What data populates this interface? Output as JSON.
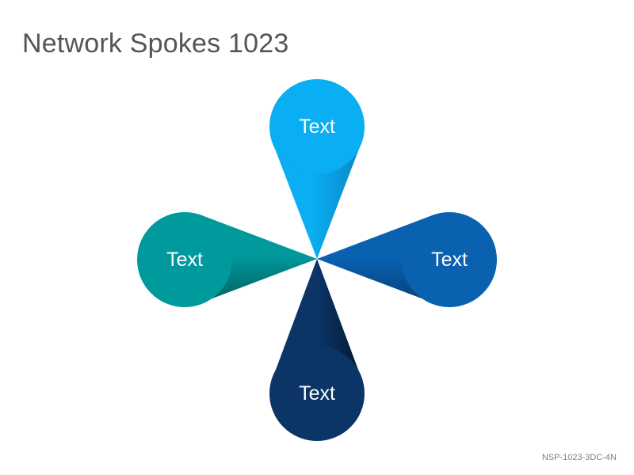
{
  "title": "Network Spokes 1023",
  "footer_code": "NSP-1023-3DC-4N",
  "spokes": [
    {
      "label": "Text",
      "direction": "top",
      "color": "#0AAEF2",
      "shade": "#0A85C4"
    },
    {
      "label": "Text",
      "direction": "left",
      "color": "#009A9D",
      "shade": "#006F70"
    },
    {
      "label": "Text",
      "direction": "right",
      "color": "#0961B0",
      "shade": "#0A4C8C"
    },
    {
      "label": "Text",
      "direction": "bottom",
      "color": "#0B3567",
      "shade": "#061F3F"
    }
  ]
}
